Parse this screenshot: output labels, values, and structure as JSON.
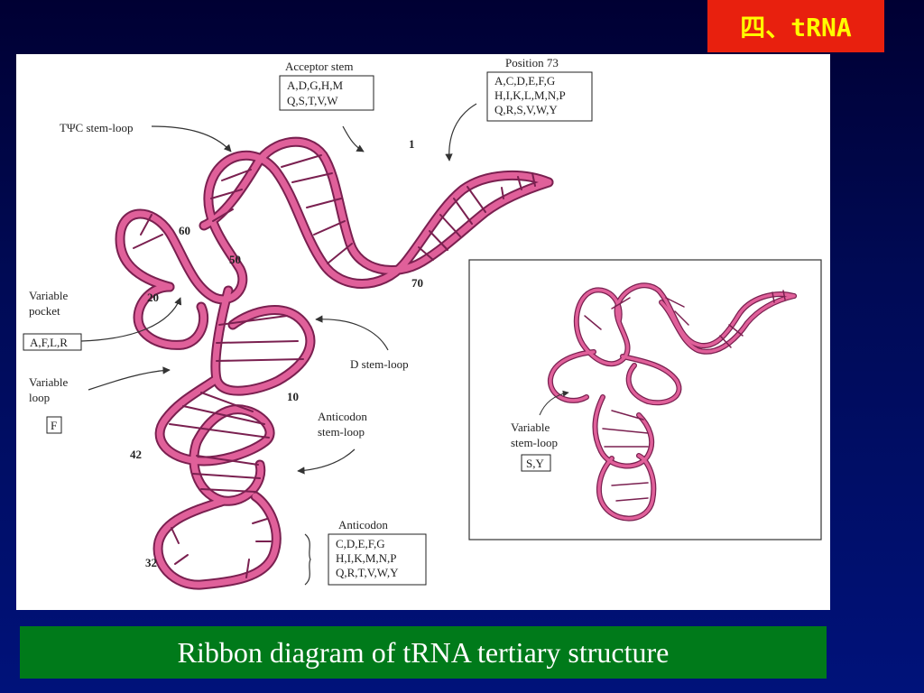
{
  "slide": {
    "title": "四、tRNA",
    "caption": "Ribbon diagram of tRNA tertiary structure"
  },
  "colors": {
    "ribbon": "#e0609a",
    "title_bg": "#e8200e",
    "title_text": "#ffff00",
    "caption_bg": "#007a1a",
    "caption_text": "#ffffff"
  },
  "diagram": {
    "labels": {
      "acceptor_stem": "Acceptor stem",
      "tpsic_stem_loop": "TΨC stem-loop",
      "position_73": "Position 73",
      "variable_pocket_1": "Variable",
      "variable_pocket_2": "pocket",
      "variable_loop_1": "Variable",
      "variable_loop_2": "loop",
      "d_stem_loop": "D stem-loop",
      "anticodon_stem_loop_1": "Anticodon",
      "anticodon_stem_loop_2": "stem-loop",
      "anticodon": "Anticodon",
      "inset_variable_1": "Variable",
      "inset_variable_2": "stem-loop"
    },
    "boxes": {
      "acceptor_stem": [
        "A,D,G,H,M",
        "Q,S,T,V,W"
      ],
      "position_73": [
        "A,C,D,E,F,G",
        "H,I,K,L,M,N,P",
        "Q,R,S,V,W,Y"
      ],
      "variable_pocket": [
        "A,F,L,R"
      ],
      "variable_loop": [
        "F"
      ],
      "anticodon": [
        "C,D,E,F,G",
        "H,I,K,M,N,P",
        "Q,R,T,V,W,Y"
      ],
      "inset_variable": [
        "S,Y"
      ]
    },
    "positions": {
      "p1": "1",
      "p10": "10",
      "p20": "20",
      "p32": "32",
      "p42": "42",
      "p50": "50",
      "p60": "60",
      "p70": "70"
    }
  }
}
